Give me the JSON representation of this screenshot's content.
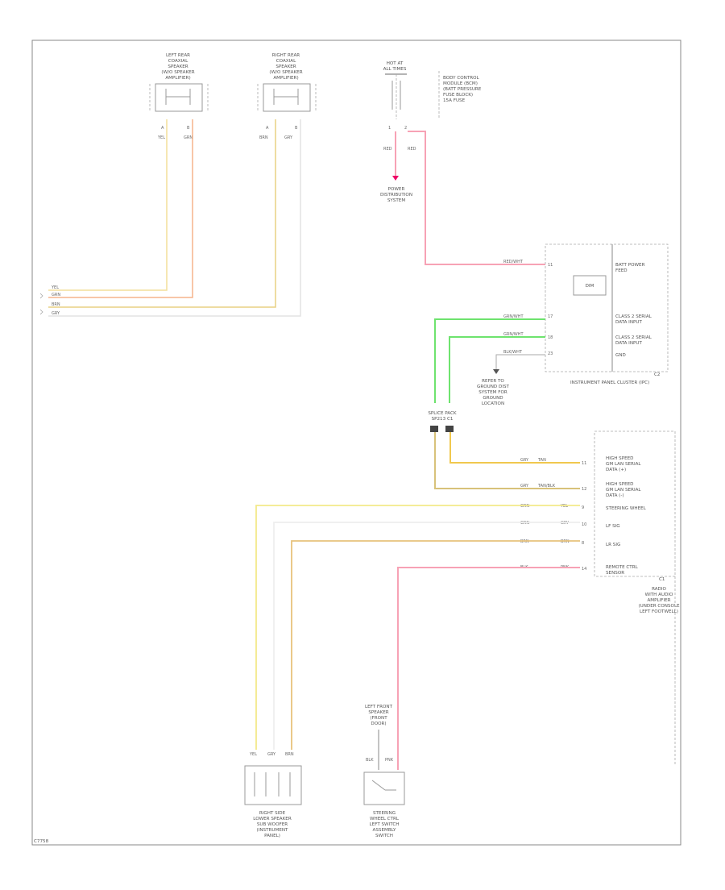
{
  "diagram": {
    "footer_code": "C7758",
    "components": {
      "lr_speaker": [
        "LEFT REAR",
        "COAXIAL",
        "SPEAKER",
        "(W/O SPEAKER",
        "AMPLIFIER)"
      ],
      "rr_speaker": [
        "RIGHT REAR",
        "COAXIAL",
        "SPEAKER",
        "(W/O SPEAKER",
        "AMPLIFIER)"
      ],
      "fuse_block": [
        "HOT AT",
        "ALL TIMES"
      ],
      "fuse_desc": [
        "BODY CONTROL",
        "MODULE (BCM)",
        "(BATT PRESSURE",
        "FUSE BLOCK)",
        "15A FUSE"
      ],
      "power_dist": [
        "POWER",
        "DISTRIBUTION",
        "SYSTEM"
      ],
      "ipc_caption": "INSTRUMENT PANEL CLUSTER (IPC)",
      "ipc_conn": "C2",
      "ipc_pins": [
        "BATT POWER",
        "FEED",
        "CLASS 2 SERIAL",
        "DATA INPUT",
        "CLASS 2 SERIAL",
        "DATA INPUT",
        "GND"
      ],
      "ipc_chip": "DIM",
      "gnd_note": [
        "REFER TO",
        "GROUND DIST",
        "SYSTEM FOR",
        "GROUND",
        "LOCATION"
      ],
      "splice_pack": [
        "SPLICE PACK",
        "SP213 C1"
      ],
      "radio_pins": [
        "HIGH SPEED",
        "GM LAN SERIAL",
        "DATA (+)",
        "HIGH SPEED",
        "GM LAN SERIAL",
        "DATA (-)",
        "STEERING WHEEL",
        "LF SIG",
        "LR SIG",
        "REMOTE CTRL",
        "SENSOR"
      ],
      "radio_caption": [
        "RADIO",
        "WITH AUDIO",
        "AMPLIFIER",
        "(UNDER CONSOLE",
        "LEFT FOOTWELL)"
      ],
      "radio_conn": "C1",
      "bottom_left": [
        "RIGHT SIDE",
        "LOWER SPEAKER",
        "SUB WOOFER",
        "(INSTRUMENT",
        "PANEL)"
      ],
      "bottom_right_top": [
        "LEFT FRONT",
        "SPEAKER",
        "(FRONT",
        "DOOR)"
      ],
      "bottom_right": [
        "STEERING",
        "WHEEL CTRL",
        "LEFT SWITCH",
        "ASSEMBLY",
        "SWITCH"
      ]
    },
    "wires": {
      "lr": [
        "YEL",
        "GRN"
      ],
      "rr": [
        "BRN",
        "GRY"
      ],
      "left_bus": [
        "YEL",
        "GRN",
        "BRN",
        "GRY"
      ],
      "fuse_out": [
        "RED",
        "RED"
      ],
      "ipc_batt": "RED/WHT",
      "ipc_data1": "GRN/WHT",
      "ipc_data2": "GRN/WHT",
      "ipc_gnd": "BLK/WHT",
      "radio_wires": [
        "TAN",
        "TAN/BLK",
        "YEL",
        "GRY",
        "BRN",
        "PNK"
      ],
      "radio_color_left": [
        "GRY",
        "GRY",
        "GRN",
        "GRN",
        "BRN",
        "BLK"
      ],
      "bottom_spk": [
        "YEL",
        "GRY",
        "BRN"
      ],
      "bottom_sw": [
        "BLK",
        "PNK"
      ]
    },
    "pins": {
      "lr": [
        "A",
        "B"
      ],
      "rr": [
        "A",
        "B"
      ],
      "fuse": [
        "1",
        "2"
      ],
      "ipc": [
        "11",
        "17",
        "18",
        "23"
      ],
      "radio": [
        "11",
        "12",
        "9",
        "10",
        "8",
        "14"
      ]
    }
  }
}
